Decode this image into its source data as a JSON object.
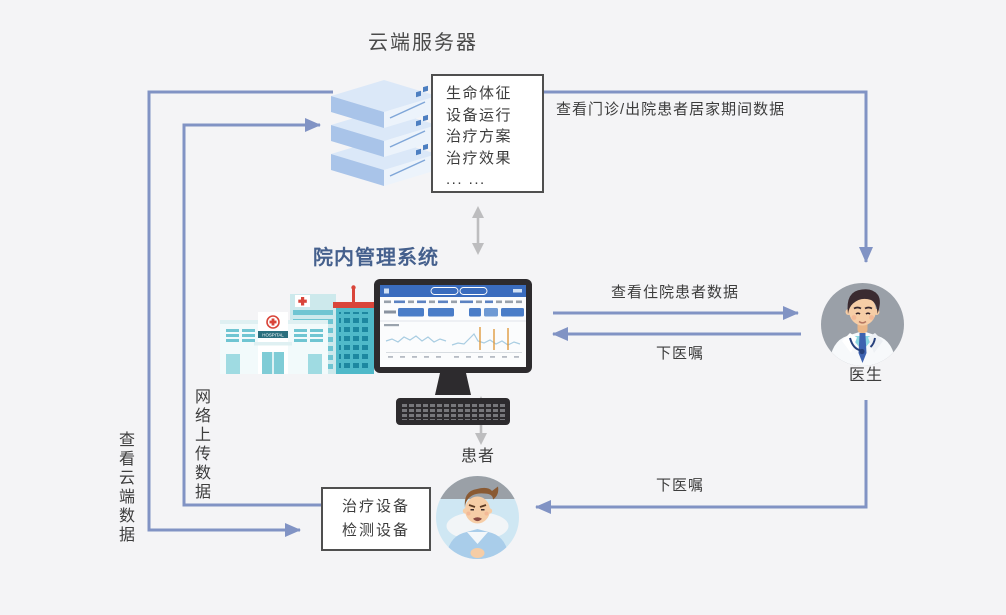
{
  "colors": {
    "background": "#f4f4f6",
    "arrow_blue": "#8193c4",
    "arrow_gray": "#bdbdbf",
    "hms_title_blue": "#45608d",
    "text_dark": "#3d3d3d"
  },
  "cloud": {
    "title": "云端服务器",
    "data_items": [
      "生命体征",
      "设备运行",
      "治疗方案",
      "治疗效果",
      "... ..."
    ]
  },
  "hms": {
    "title": "院内管理系统"
  },
  "hospital_sign": "HOSPITAL",
  "doctor_label": "医生",
  "patient_label": "患者",
  "device_box": {
    "line1": "治疗设备",
    "line2": "检测设备"
  },
  "flows": {
    "view_outpatient": "查看门诊/出院患者居家期间数据",
    "view_inpatient": "查看住院患者数据",
    "order_mid": "下医嘱",
    "order_bottom": "下医嘱",
    "network_upload": "网络上传数据",
    "view_cloud": "查看云端数据"
  }
}
